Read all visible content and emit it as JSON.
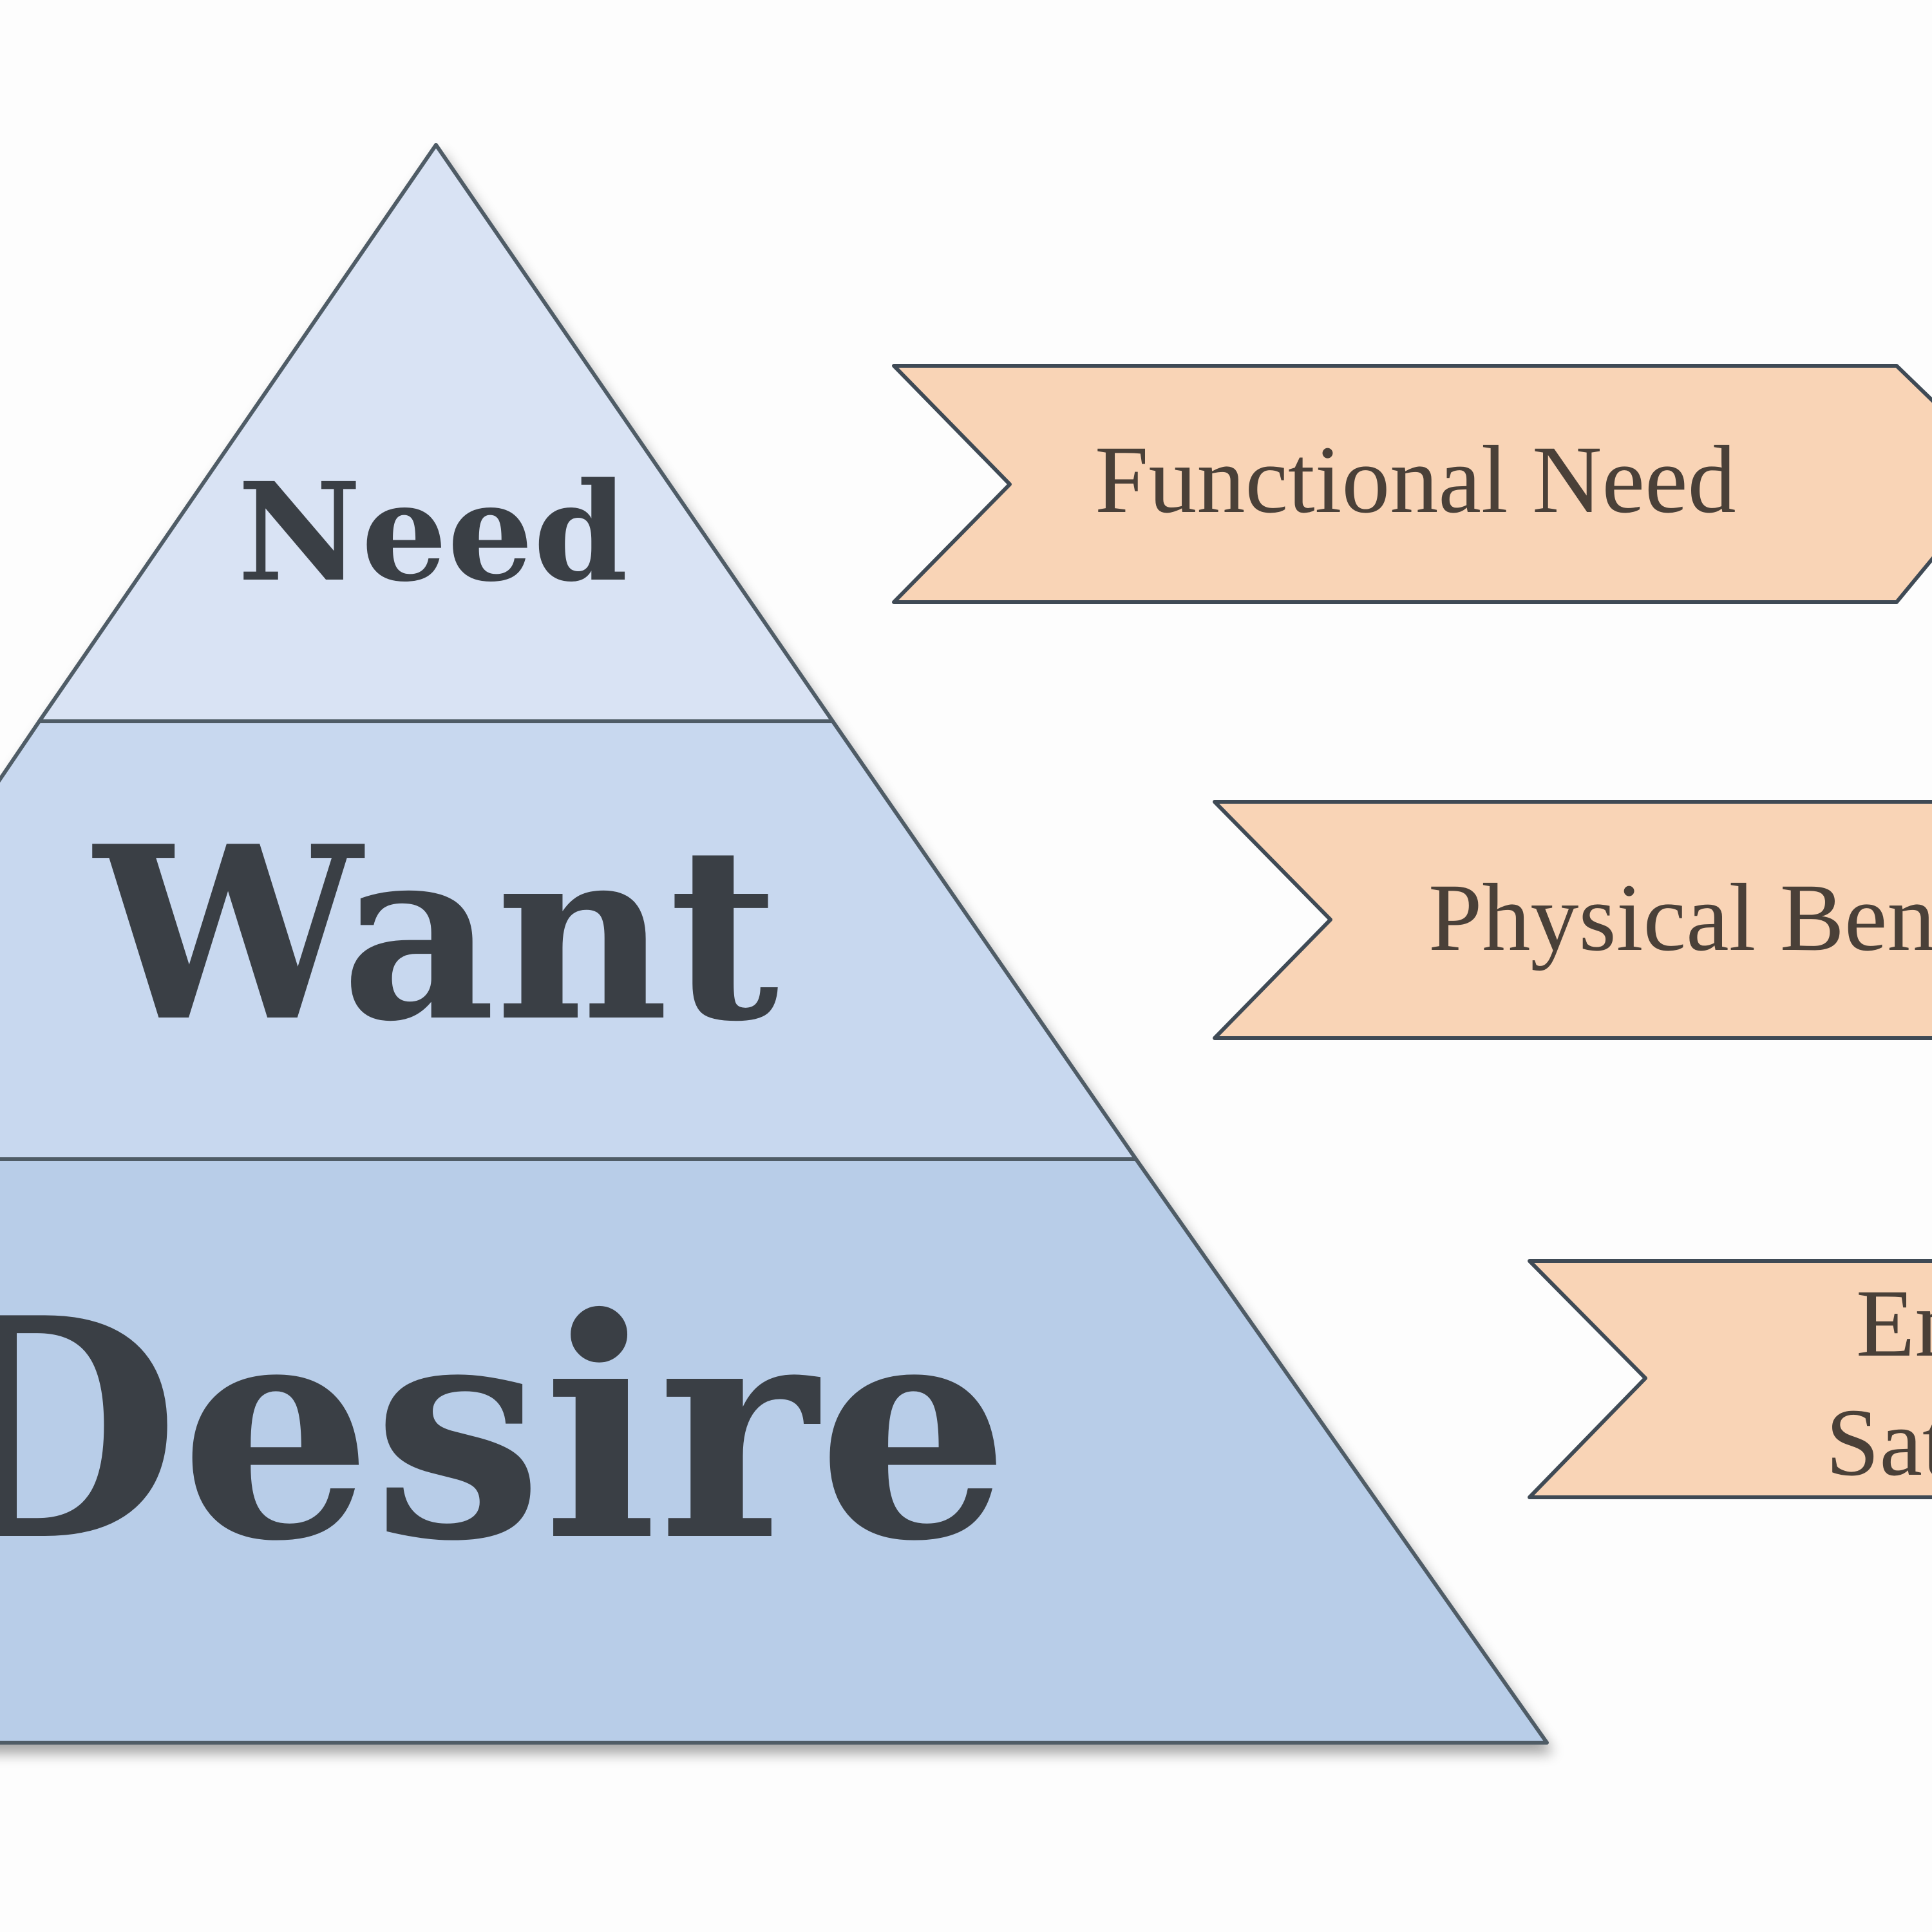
{
  "diagram": {
    "tiers": [
      {
        "label": "Need",
        "fill": "#d9e3f4"
      },
      {
        "label": "Want",
        "fill": "#c8d8ef"
      },
      {
        "label": "Desire",
        "fill": "#b8cde8"
      }
    ],
    "tags": [
      {
        "lines": [
          "Functional Need"
        ]
      },
      {
        "lines": [
          "Physical Benefit"
        ]
      },
      {
        "lines": [
          "Emotional",
          "Satisfaction"
        ]
      }
    ],
    "colors": {
      "outline": "#4f5b66",
      "tag_fill": "#f9d4b6",
      "tag_border": "#3f4a55",
      "tier_text": "#3a3f45",
      "tag_text": "#4a4038"
    }
  }
}
